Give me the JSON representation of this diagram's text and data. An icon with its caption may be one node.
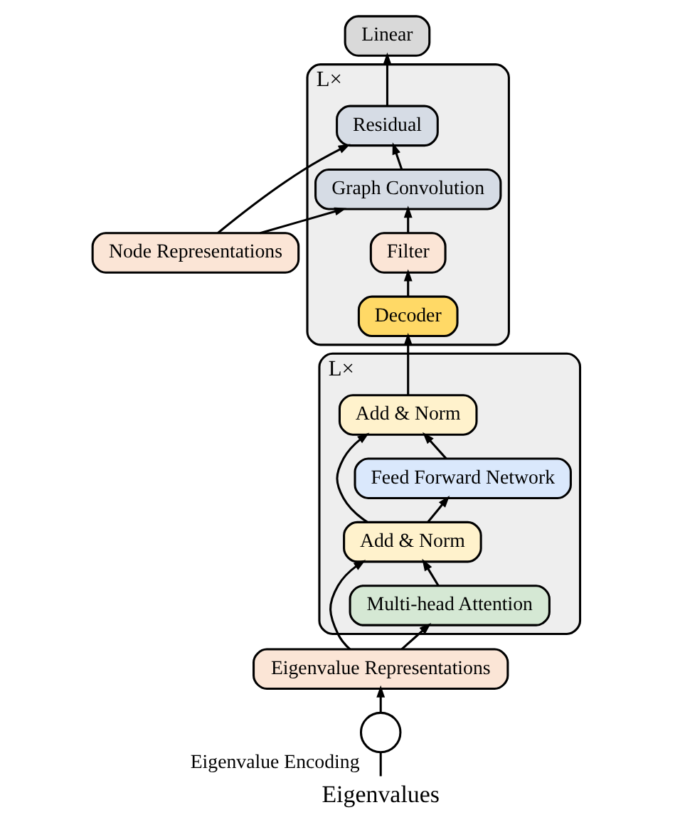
{
  "diagram": {
    "nodes": [
      {
        "text": [
          "L×"
        ]
      },
      {
        "text": [
          "Add & Norm"
        ],
        "in": 0
      },
      {
        "text": [
          "Feed Forward Network"
        ],
        "in": 0
      },
      {
        "text": [
          "Add & Norm"
        ],
        "in": 0
      },
      {
        "text": [
          "Multi-head Attention"
        ],
        "in": 0
      },
      {
        "text": [
          "L×"
        ]
      },
      {
        "text": [
          "Residual"
        ],
        "in": 5
      },
      {
        "text": [
          "Graph Convolution"
        ],
        "in": 5
      },
      {
        "text": [
          "Filter"
        ],
        "in": 5
      },
      {
        "text": [
          "Decoder"
        ],
        "in": 5
      },
      {
        "text": [
          "Linear"
        ]
      },
      {
        "text": [
          "Eigenvalue Representations"
        ]
      },
      {
        "text": [
          "Node Representations"
        ]
      },
      {
        "text": [],
        "shape": "circle",
        "beside": [
          "Eigenvalue Encoding"
        ]
      },
      {
        "text": [
          "Eigenvalues"
        ]
      }
    ],
    "edges": [
      {
        "from": 14,
        "to": 13,
        "arrow": "none"
      },
      {
        "from": 13,
        "to": 11,
        "arrow": "to"
      },
      {
        "from": 11,
        "to": 4,
        "arrow": "to"
      },
      {
        "from": 11,
        "to": 3,
        "arrow": "to"
      },
      {
        "from": 4,
        "to": 3,
        "arrow": "to"
      },
      {
        "from": 3,
        "to": 2,
        "arrow": "to"
      },
      {
        "from": 3,
        "to": 1,
        "arrow": "to"
      },
      {
        "from": 2,
        "to": 1,
        "arrow": "to"
      },
      {
        "from": 1,
        "to": 9,
        "arrow": "to"
      },
      {
        "from": 9,
        "to": 8,
        "arrow": "to"
      },
      {
        "from": 8,
        "to": 7,
        "arrow": "to"
      },
      {
        "from": 7,
        "to": 6,
        "arrow": "to"
      },
      {
        "from": 12,
        "to": 7,
        "arrow": "to"
      },
      {
        "from": 12,
        "to": 6,
        "arrow": "to"
      },
      {
        "from": 6,
        "to": 10,
        "arrow": "to"
      }
    ]
  }
}
